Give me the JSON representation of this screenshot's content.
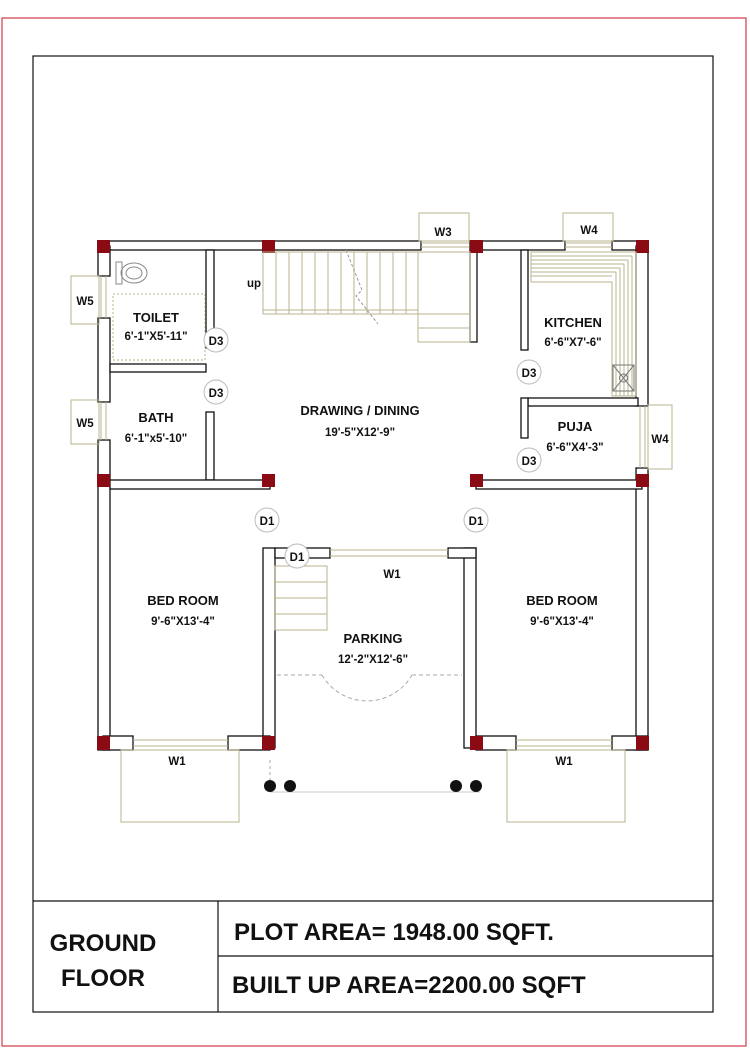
{
  "colors": {
    "border": "#d23a4a",
    "column": "#8b0b14",
    "wall": "#111111",
    "fixture": "#b9b58d"
  },
  "rooms": {
    "toilet": {
      "name": "TOILET",
      "size": "6'-1\"X5'-11\""
    },
    "bath": {
      "name": "BATH",
      "size": "6'-1\"x5'-10\""
    },
    "drawing": {
      "name": "DRAWING / DINING",
      "size": "19'-5\"X12'-9\""
    },
    "kitchen": {
      "name": "KITCHEN",
      "size": "6'-6\"X7'-6\""
    },
    "puja": {
      "name": "PUJA",
      "size": "6'-6\"X4'-3\""
    },
    "bed_left": {
      "name": "BED ROOM",
      "size": "9'-6\"X13'-4\""
    },
    "bed_right": {
      "name": "BED ROOM",
      "size": "9'-6\"X13'-4\""
    },
    "parking": {
      "name": "PARKING",
      "size": "12'-2\"X12'-6\""
    }
  },
  "stair_label": "up",
  "doors": {
    "d1": "D1",
    "d3": "D3"
  },
  "windows": {
    "w1": "W1",
    "w3": "W3",
    "w4": "W4",
    "w5": "W5"
  },
  "footer": {
    "floor_line1": "GROUND",
    "floor_line2": "FLOOR",
    "plot_area": "PLOT AREA= 1948.00 SQFT.",
    "built_up_area": "BUILT UP  AREA=2200.00 SQFT"
  }
}
